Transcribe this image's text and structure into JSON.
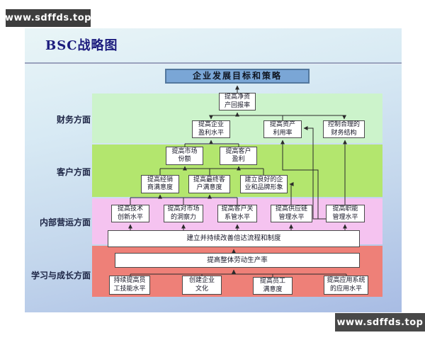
{
  "title": "BSC战略图",
  "watermarks": {
    "top_left": "www.sdffds.top",
    "bottom_right": "www.sdffds.top"
  },
  "goal": {
    "label": "企业发展目标和策略"
  },
  "perspectives": [
    {
      "label": "财务方面"
    },
    {
      "label": "客户方面"
    },
    {
      "label": "内部营运方面"
    },
    {
      "label": "学习与成长方面"
    }
  ],
  "nodes": {
    "roi": "提高净资\n产回报率",
    "profit": "提高企业\n盈利水平",
    "asset": "提高资产\n利用率",
    "structure": "控制合理的\n财务结构",
    "market": "提高市场\n份额",
    "cust_profit": "提高客户\n盈利",
    "dealer": "提高经销\n商满意度",
    "end_customer": "提高最终客\n户满意度",
    "brand": "建立良好的企\n业和品牌形象",
    "tech": "提高技术\n创新水平",
    "insight": "提高对市场\n的洞察力",
    "crm": "提高客户关\n系管水平",
    "supply": "提高供应链\n管理水平",
    "function": "提高职能\n管理水平",
    "process": "建立并持续改善倍达流程和制度",
    "productivity": "提高整体劳动生产率",
    "skill": "持续提高员\n工技能水平",
    "culture": "创建企业\n文化",
    "satisfaction": "提高员工\n满意度",
    "system": "提高应用系统\n的应用水平"
  },
  "colors": {
    "band_finance": "#ccf3cb",
    "band_customer": "#b3e66e",
    "band_internal": "#f5c3f0",
    "band_learning": "#ee8078",
    "goal_box": "#7aa6d6",
    "slide_top": "#e9f5f7",
    "slide_bottom": "#a8bce4",
    "watermark_bg": "#3d3d3d",
    "line": "#333333"
  }
}
